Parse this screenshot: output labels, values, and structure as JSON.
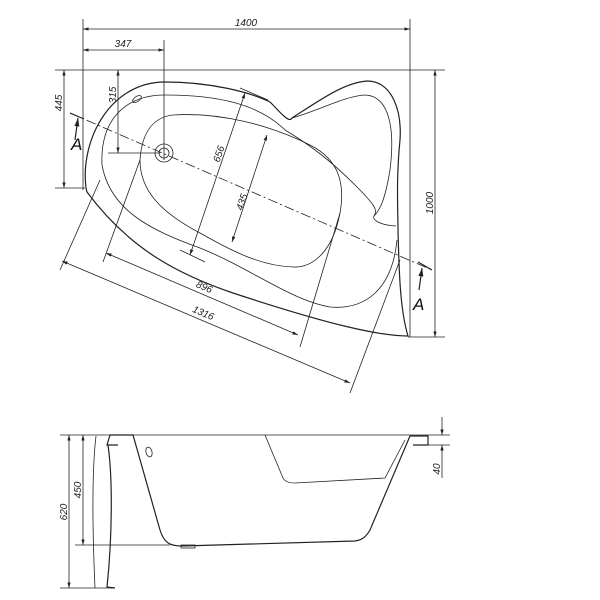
{
  "top_view": {
    "dimensions": {
      "overall_length": "1400",
      "drain_offset_x": "347",
      "drain_offset_y": "315",
      "left_side_depth": "445",
      "overall_width": "1000",
      "outer_diagonal_width": "656",
      "inner_diagonal_width": "435",
      "inner_length": "896",
      "outer_length": "1316"
    },
    "section_marker_left": "A",
    "section_marker_right": "A"
  },
  "side_view": {
    "dimensions": {
      "total_height": "620",
      "basin_depth": "450",
      "rim_thickness": "40"
    }
  },
  "colors": {
    "line": "#222222",
    "background": "#ffffff"
  }
}
